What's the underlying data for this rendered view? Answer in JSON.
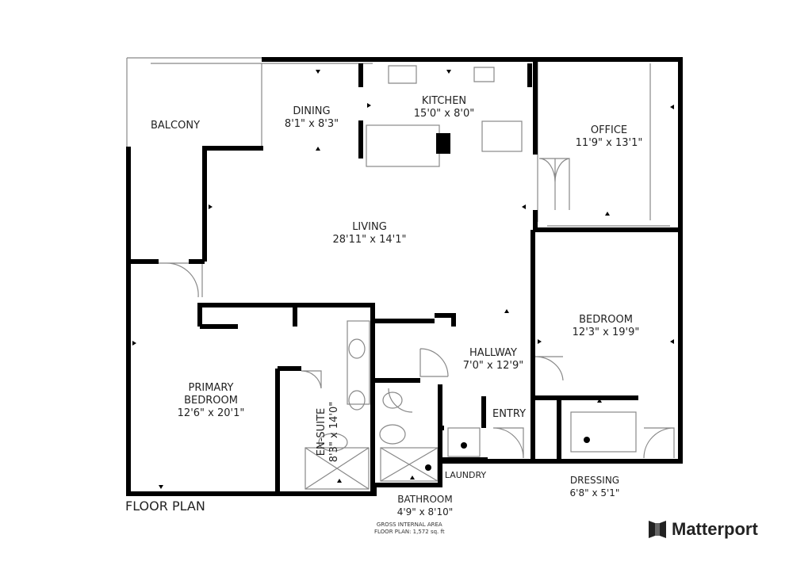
{
  "plan": {
    "title": "FLOOR PLAN",
    "gross_line1": "GROSS INTERNAL AREA",
    "gross_line2": "FLOOR PLAN: 1,572 sq. ft",
    "brand": "Matterport"
  },
  "rooms": {
    "balcony": {
      "name": "BALCONY"
    },
    "dining": {
      "name": "DINING",
      "size": "8'1\" x 8'3\""
    },
    "kitchen": {
      "name": "KITCHEN",
      "size": "15'0\" x 8'0\""
    },
    "office": {
      "name": "OFFICE",
      "size": "11'9\" x 13'1\""
    },
    "living": {
      "name": "LIVING",
      "size": "28'11\" x 14'1\""
    },
    "bedroom": {
      "name": "BEDROOM",
      "size": "12'3\" x 19'9\""
    },
    "hallway": {
      "name": "HALLWAY",
      "size": "7'0\" x 12'9\""
    },
    "primary": {
      "name1": "PRIMARY",
      "name2": "BEDROOM",
      "size": "12'6\" x 20'1\""
    },
    "ensuite": {
      "name": "EN-SUITE",
      "size": "8'3\" x 14'0\""
    },
    "entry": {
      "name": "ENTRY"
    },
    "laundry": {
      "name": "LAUNDRY"
    },
    "bathroom": {
      "name": "BATHROOM",
      "size": "4'9\" x 8'10\""
    },
    "dressing": {
      "name": "DRESSING",
      "size": "6'8\" x 5'1\""
    }
  }
}
